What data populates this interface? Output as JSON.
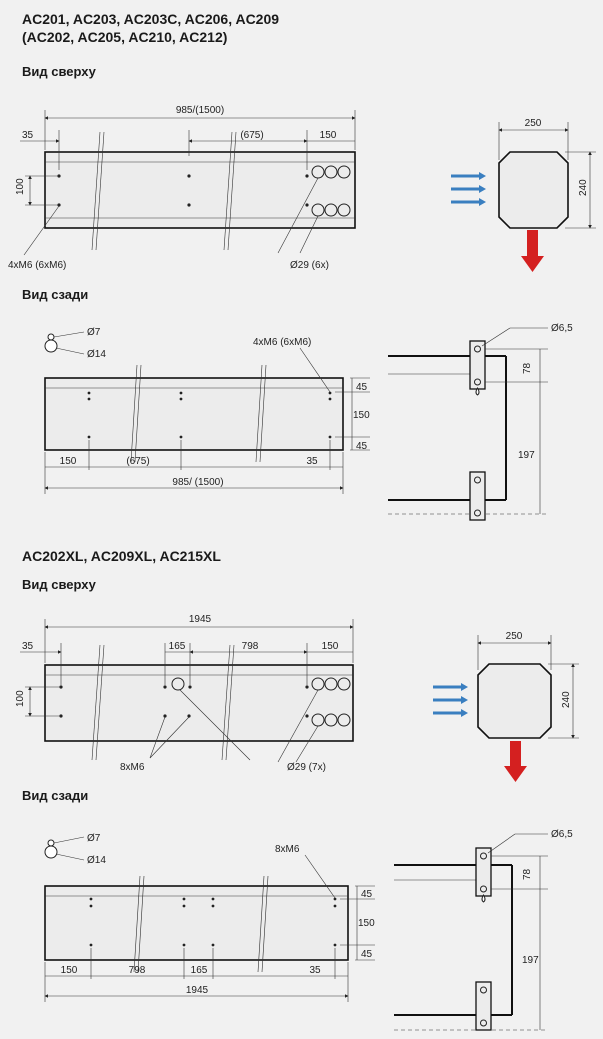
{
  "section1": {
    "title_line1": "AC201, AC203, AC203C, AC206, AC209",
    "title_line2": "(AC202, AC205, AC210, AC212)",
    "top_label": "Вид сверху",
    "back_label": "Вид сзади",
    "top": {
      "overall": "985/(1500)",
      "d35": "35",
      "d675": "(675)",
      "d150": "150",
      "d100": "100",
      "screws": "4xM6 (6xM6)",
      "holes": "Ø29 (6x)"
    },
    "side": {
      "w250": "250",
      "h240": "240"
    },
    "back": {
      "d7": "Ø7",
      "d14": "Ø14",
      "screws": "4xM6 (6xM6)",
      "d45a": "45",
      "d150v": "150",
      "d45b": "45",
      "d150": "150",
      "d675": "(675)",
      "d35": "35",
      "overall": "985/ (1500)"
    },
    "bracket": {
      "d65": "Ø6,5",
      "d78": "78",
      "d197": "197"
    }
  },
  "section2": {
    "title": "AC202XL, AC209XL, AC215XL",
    "top_label": "Вид сверху",
    "back_label": "Вид сзади",
    "top": {
      "overall": "1945",
      "d35": "35",
      "d165": "165",
      "d798": "798",
      "d150": "150",
      "d100": "100",
      "screws": "8xM6",
      "holes": "Ø29 (7x)"
    },
    "side": {
      "w250": "250",
      "h240": "240"
    },
    "back": {
      "d7": "Ø7",
      "d14": "Ø14",
      "screws": "8xM6",
      "d45a": "45",
      "d150v": "150",
      "d45b": "45",
      "d150": "150",
      "d798": "798",
      "d165": "165",
      "d35": "35",
      "overall": "1945"
    },
    "bracket": {
      "d65": "Ø6,5",
      "d78": "78",
      "d197": "197"
    }
  },
  "colors": {
    "airflow_arrow": "#3a7fc0",
    "down_arrow": "#d42020"
  }
}
